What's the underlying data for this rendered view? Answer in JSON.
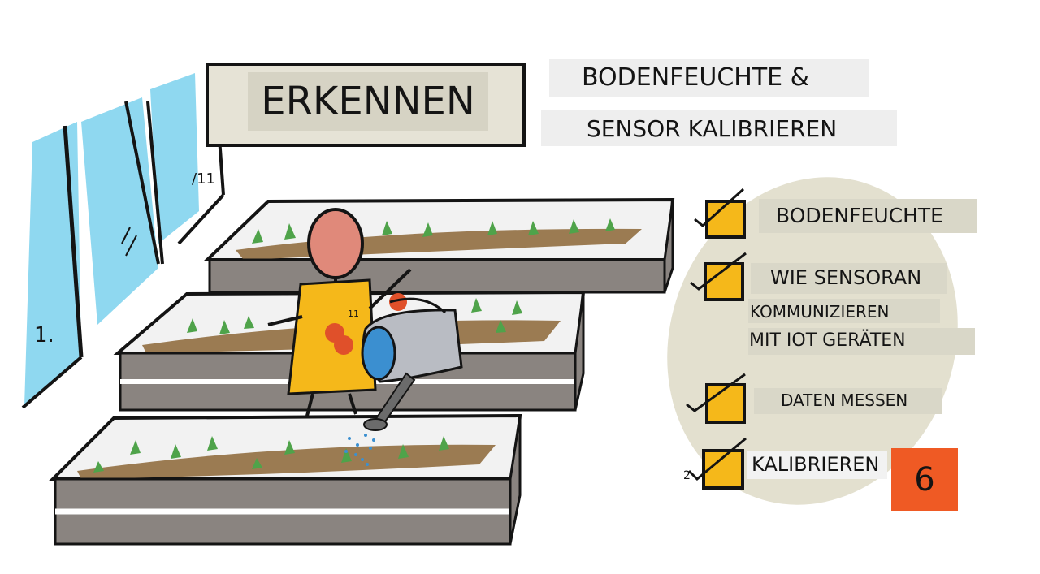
{
  "title": "ERKENNEN",
  "subtitle_line1": "BODENFEUCHTE &",
  "subtitle_line2": "SENSOR KALIBRIEREN",
  "checklist": [
    {
      "lines": [
        "BODENFEUCHTE"
      ],
      "checked": true
    },
    {
      "lines": [
        "WIE SENSORAN",
        "KOMMUNIZIEREN",
        "MIT IOT GERÄTEN"
      ],
      "checked": true
    },
    {
      "lines": [
        "DATEN MESSEN"
      ],
      "checked": true
    },
    {
      "lines": [
        "KALIBRIEREN"
      ],
      "checked": true
    }
  ],
  "step_badge": "6",
  "window_number": "1.",
  "window_fraction": "/11",
  "small_marks": [
    "11",
    "2"
  ],
  "colors": {
    "accent_orange": "#ef5a24",
    "checkbox_yellow": "#f5b81a",
    "sky_blue": "#8fd8f0",
    "soil_brown": "#9b7b52",
    "bed_gray": "#8a8480",
    "oval_beige": "#e3e0cf"
  }
}
